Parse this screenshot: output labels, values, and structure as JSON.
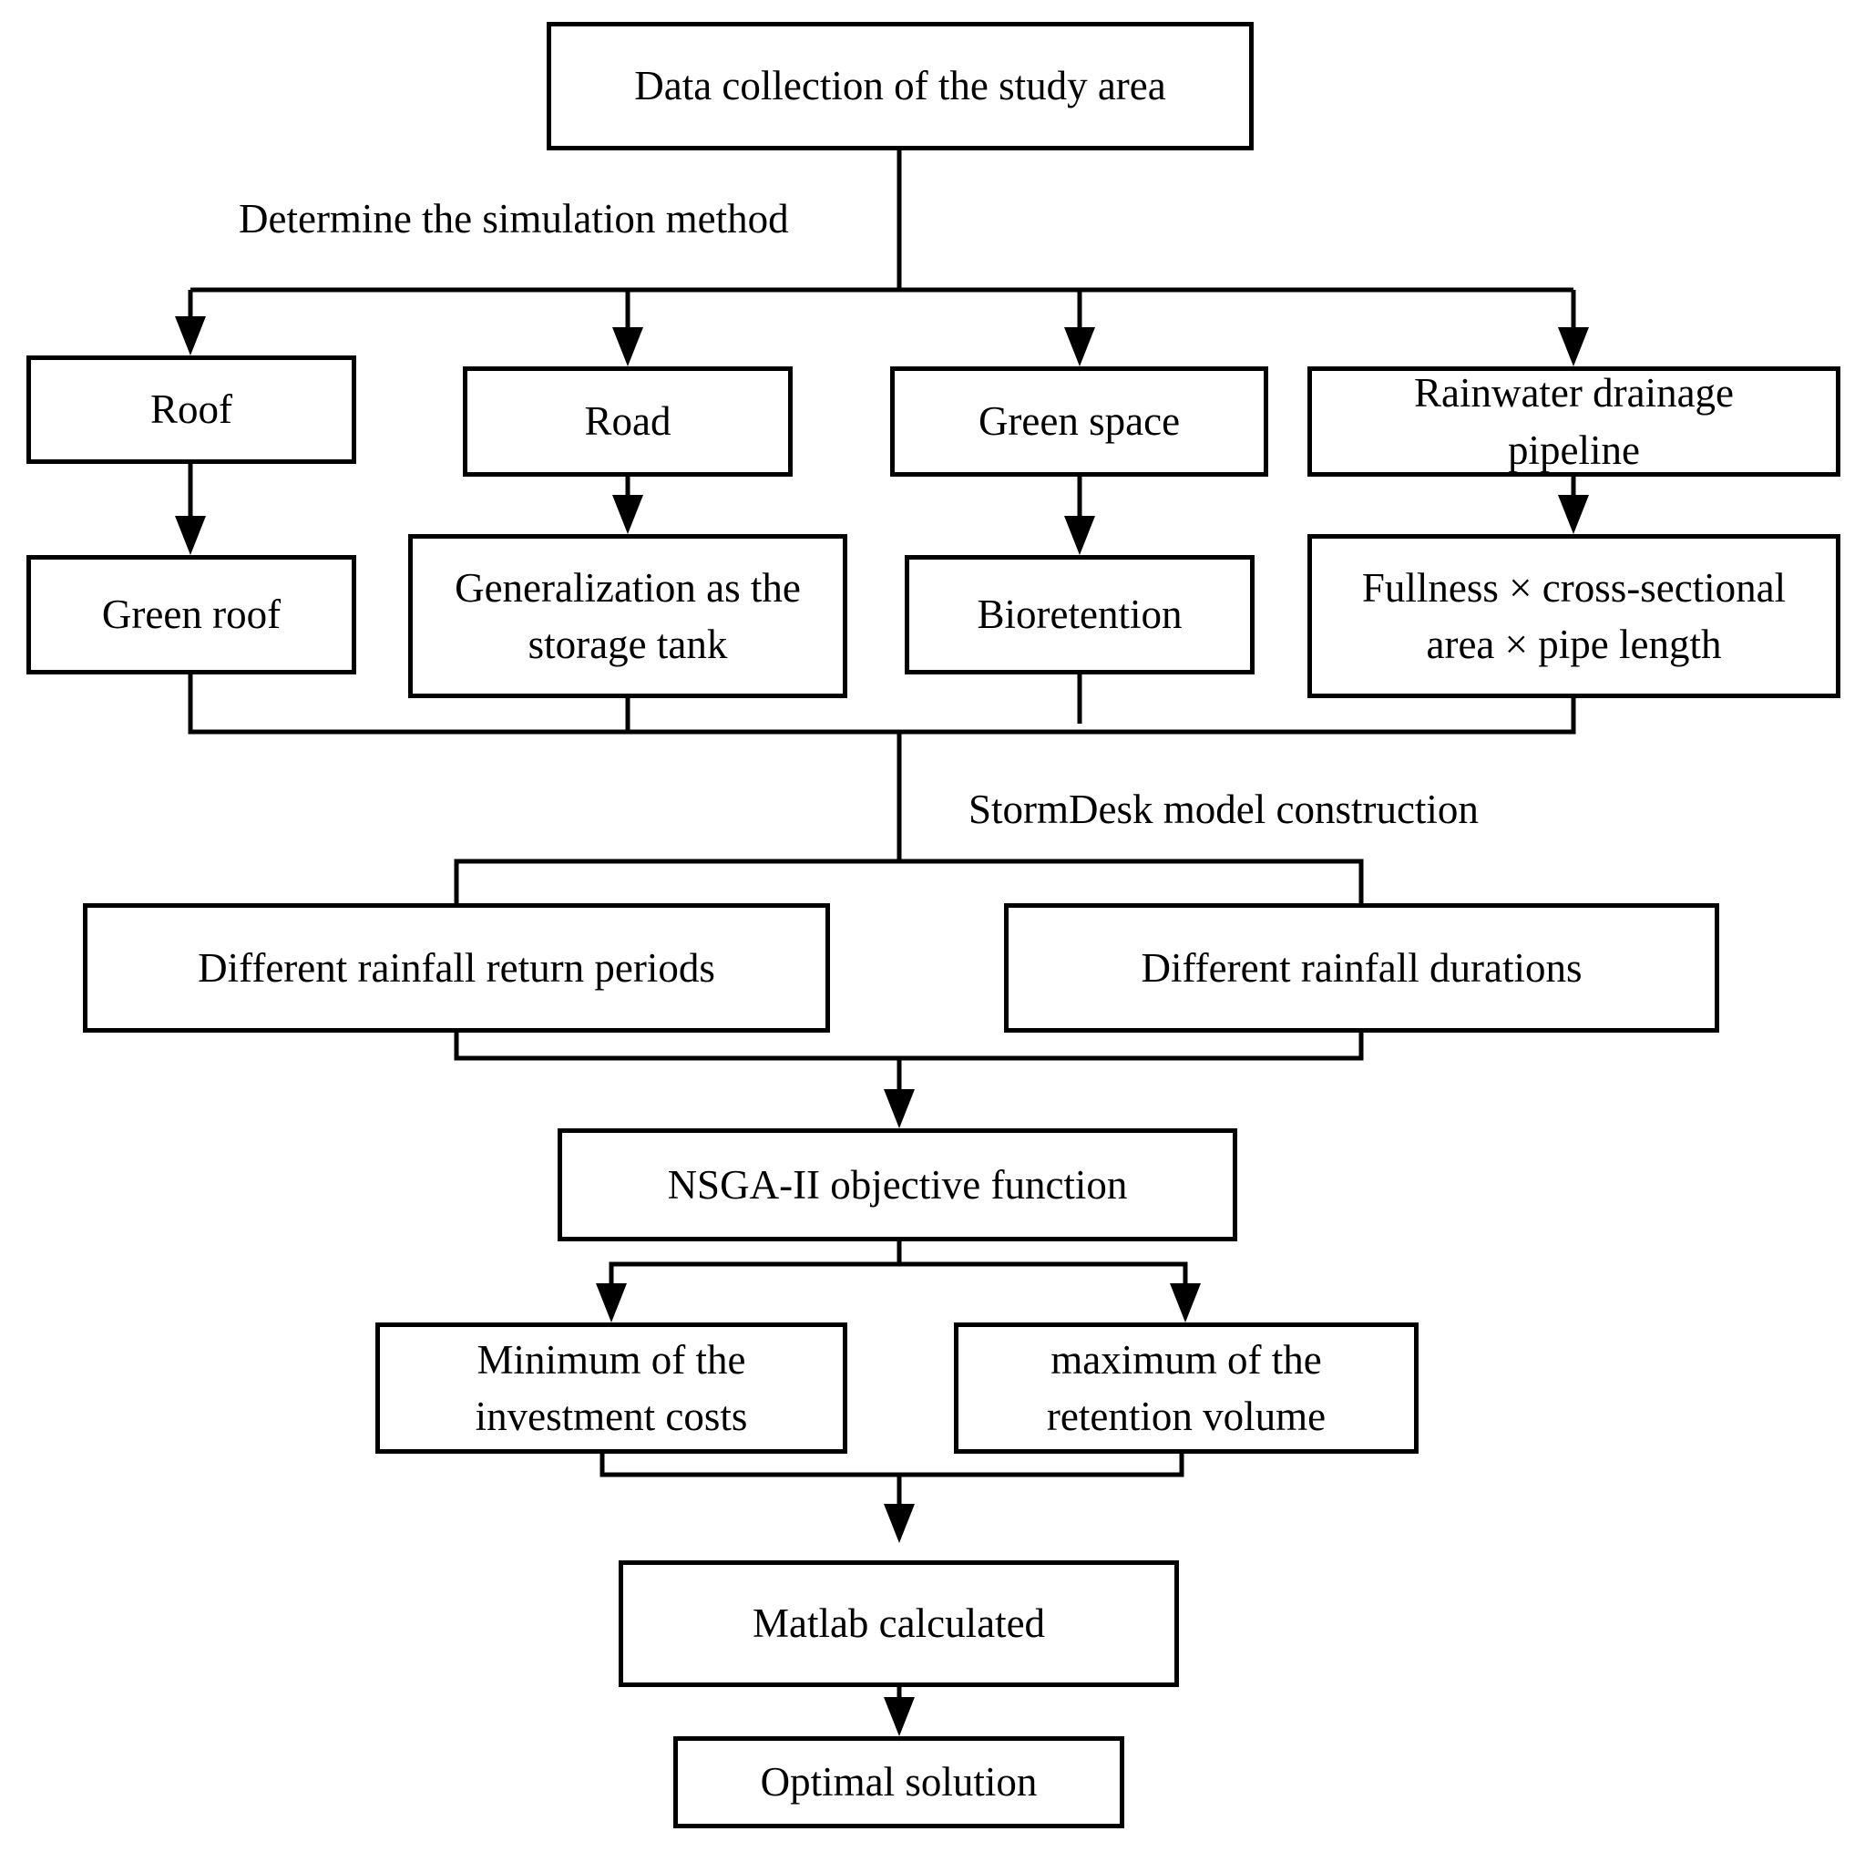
{
  "diagram": {
    "top": "Data collection of the study area",
    "simulation_label": "Determine the simulation method",
    "surfaces": [
      {
        "name": "Roof",
        "method": "Green roof"
      },
      {
        "name": "Road",
        "method": "Generalization as the storage tank"
      },
      {
        "name": "Green space",
        "method": "Bioretention"
      },
      {
        "name": "Rainwater drainage pipeline",
        "method": "Fullness × cross-sectional area × pipe length"
      }
    ],
    "model_label": "StormDesk model construction",
    "scenarios": [
      "Different rainfall return periods",
      "Different rainfall durations"
    ],
    "objective": "NSGA-II objective function",
    "objectives": [
      "Minimum of the investment costs",
      "maximum of the retention volume"
    ],
    "calculation": "Matlab calculated",
    "result": "Optimal solution"
  }
}
